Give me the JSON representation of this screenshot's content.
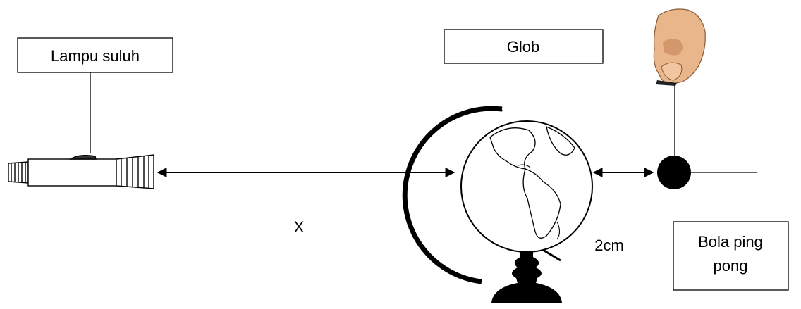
{
  "labels": {
    "torch": "Lampu suluh",
    "globe": "Glob",
    "ball_line1": "Bola ping",
    "ball_line2": "pong",
    "distance_x": "X",
    "distance_small": "2cm"
  },
  "icons": [
    "torch-icon",
    "globe-icon",
    "hand-icon",
    "ping-pong-ball-icon"
  ],
  "colors": {
    "ink": "#000000",
    "skin": "#e9b58a",
    "skin_shade": "#c98a5e",
    "background": "#ffffff"
  }
}
